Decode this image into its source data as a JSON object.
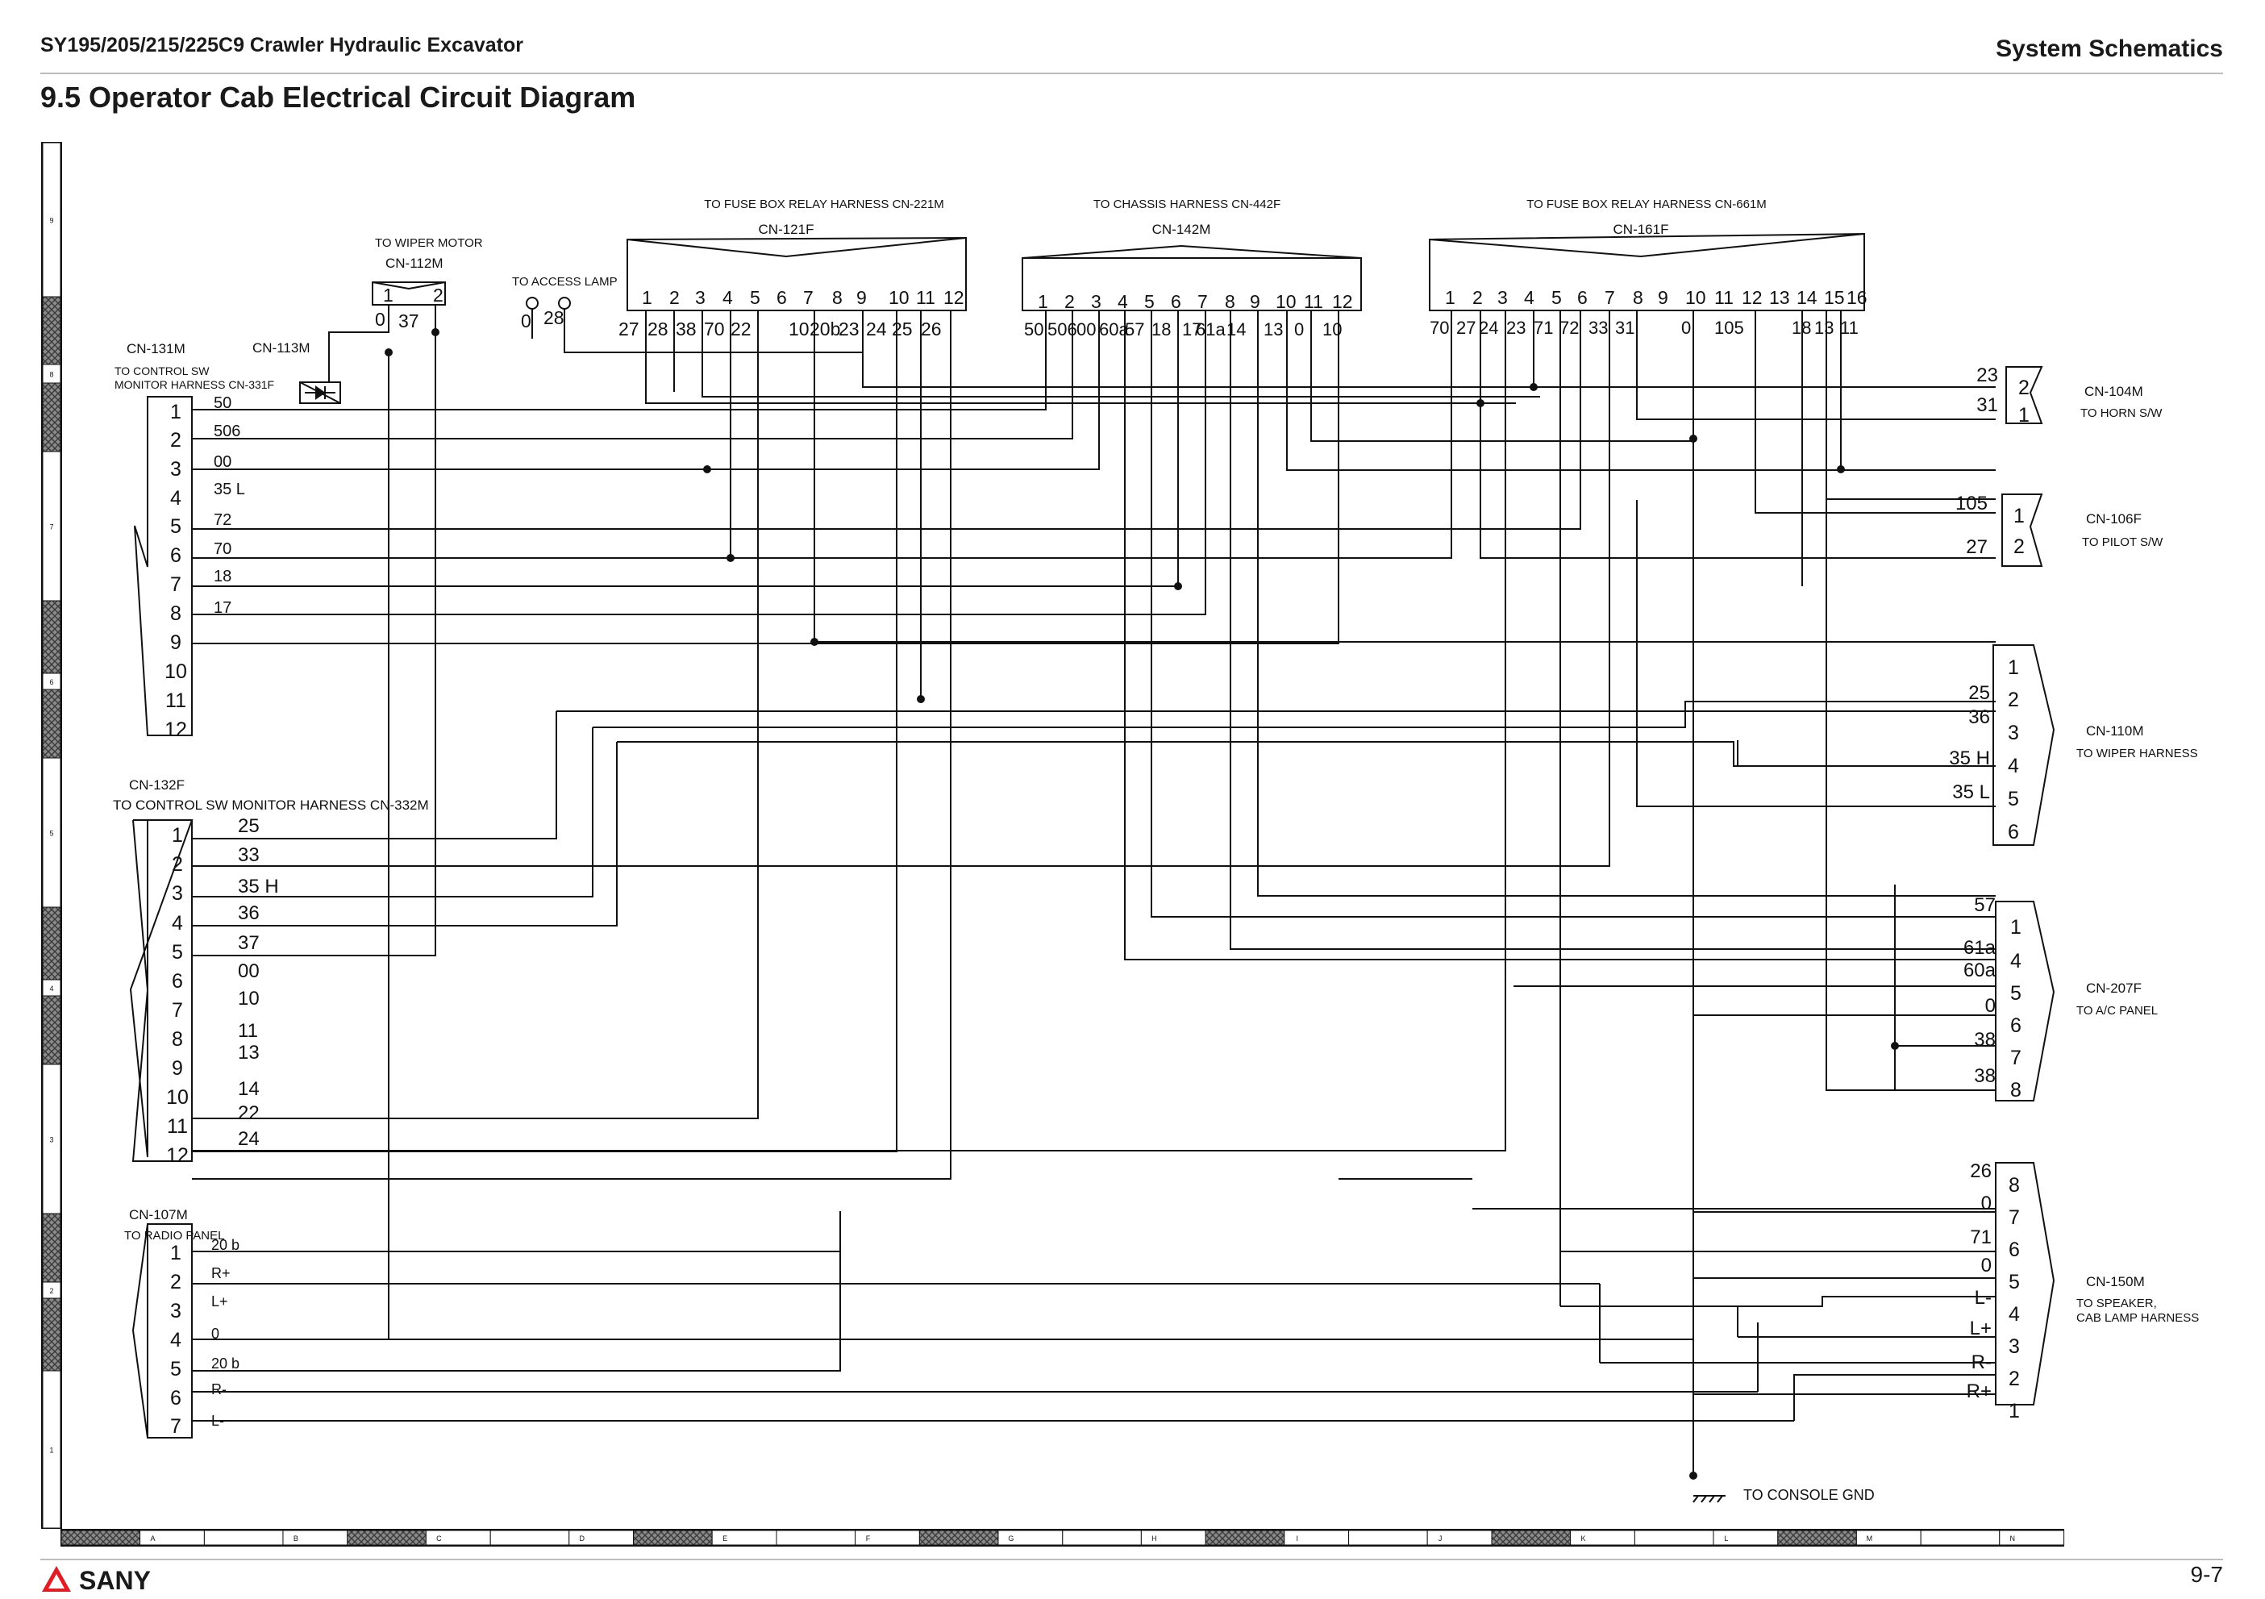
{
  "header": {
    "left": "SY195/205/215/225C9 Crawler Hydraulic Excavator",
    "right": "System Schematics"
  },
  "section_title": "9.5  Operator Cab Electrical Circuit Diagram",
  "footer": {
    "page": "9-7",
    "logo": "SANY"
  },
  "zones": {
    "left": [
      "9",
      "8",
      "7",
      "6",
      "5",
      "4",
      "3",
      "2",
      "1"
    ],
    "bottom": [
      "A",
      "B",
      "C",
      "D",
      "E",
      "F",
      "G",
      "H",
      "I",
      "J",
      "K",
      "L",
      "M",
      "N"
    ]
  },
  "connectors": {
    "cn121": {
      "harness": "TO FUSE BOX RELAY HARNESS CN-221M",
      "name": "CN-121F",
      "pins": [
        "1",
        "2",
        "3",
        "4",
        "5",
        "6",
        "7",
        "8",
        "9",
        "10",
        "11",
        "12"
      ],
      "wires": [
        "27",
        "28",
        "38",
        "70",
        "22",
        "10",
        "20b",
        "23",
        "24",
        "25",
        "26"
      ]
    },
    "cn142": {
      "harness": "TO CHASSIS HARNESS CN-442F",
      "name": "CN-142M",
      "pins": [
        "1",
        "2",
        "3",
        "4",
        "5",
        "6",
        "7",
        "8",
        "9",
        "10",
        "11",
        "12"
      ],
      "wires": [
        "50",
        "506",
        "00",
        "60a",
        "57",
        "18",
        "17",
        "61a",
        "14",
        "13",
        "0",
        "10"
      ]
    },
    "cn161": {
      "harness": "TO FUSE BOX RELAY HARNESS CN-661M",
      "name": "CN-161F",
      "pins": [
        "1",
        "2",
        "3",
        "4",
        "5",
        "6",
        "7",
        "8",
        "9",
        "10",
        "11",
        "12",
        "13",
        "14",
        "15",
        "16"
      ],
      "wires": [
        "70",
        "27",
        "24",
        "23",
        "71",
        "72",
        "33",
        "31",
        "0",
        "105",
        "18",
        "13",
        "11"
      ]
    },
    "cn112": {
      "label": "TO WIPER MOTOR",
      "name": "CN-112M",
      "pins": [
        "1",
        "2"
      ],
      "wires": [
        "0",
        "37"
      ]
    },
    "access_lamp": {
      "label": "TO ACCESS LAMP",
      "wires": [
        "0",
        "28"
      ]
    },
    "cn113": {
      "name": "CN-113M"
    },
    "cn131": {
      "name": "CN-131M",
      "label1": "TO CONTROL SW",
      "label2": "MONITOR HARNESS CN-331F",
      "pins": [
        "1",
        "2",
        "3",
        "4",
        "5",
        "6",
        "7",
        "8",
        "9",
        "10",
        "11",
        "12"
      ],
      "wires": [
        "50",
        "506",
        "00",
        "35 L",
        "72",
        "70",
        "18",
        "17"
      ]
    },
    "cn132": {
      "name": "CN-132F",
      "label": "TO CONTROL SW MONITOR HARNESS CN-332M",
      "pins": [
        "1",
        "2",
        "3",
        "4",
        "5",
        "6",
        "7",
        "8",
        "9",
        "10",
        "11",
        "12"
      ],
      "wires": [
        "25",
        "33",
        "35 H",
        "36",
        "37",
        "00",
        "10",
        "11",
        "13",
        "14",
        "22",
        "24"
      ]
    },
    "cn107": {
      "name": "CN-107M",
      "label": "TO RADIO PANEL",
      "pins": [
        "1",
        "2",
        "3",
        "4",
        "5",
        "6",
        "7"
      ],
      "wires": [
        "20 b",
        "R+",
        "L+",
        "0",
        "20 b",
        "R-",
        "L-"
      ]
    },
    "cn104": {
      "name": "CN-104M",
      "label": "TO HORN S/W",
      "pins": [
        "2",
        "1"
      ],
      "wires": [
        "23",
        "31"
      ]
    },
    "cn106": {
      "name": "CN-106F",
      "label": "TO PILOT S/W",
      "pins": [
        "1",
        "2"
      ],
      "wires": [
        "105",
        "27"
      ]
    },
    "cn110": {
      "name": "CN-110M",
      "label": "TO WIPER HARNESS",
      "pins": [
        "1",
        "2",
        "3",
        "4",
        "5",
        "6"
      ],
      "wires": [
        "25",
        "36",
        "35 H",
        "35 L"
      ]
    },
    "cn207": {
      "name": "CN-207F",
      "label": "TO A/C PANEL",
      "pins": [
        "1",
        "4",
        "5",
        "6",
        "7",
        "8"
      ],
      "wires": [
        "57",
        "61a",
        "60a",
        "0",
        "38",
        "38"
      ]
    },
    "cn150": {
      "name": "CN-150M",
      "label1": "TO SPEAKER,",
      "label2": "CAB LAMP HARNESS",
      "pins": [
        "8",
        "7",
        "6",
        "5",
        "4",
        "3",
        "2",
        "1"
      ],
      "wires": [
        "26",
        "0",
        "71",
        "0",
        "L-",
        "L+",
        "R-",
        "R+"
      ]
    },
    "gnd": {
      "label": "TO CONSOLE GND"
    }
  }
}
